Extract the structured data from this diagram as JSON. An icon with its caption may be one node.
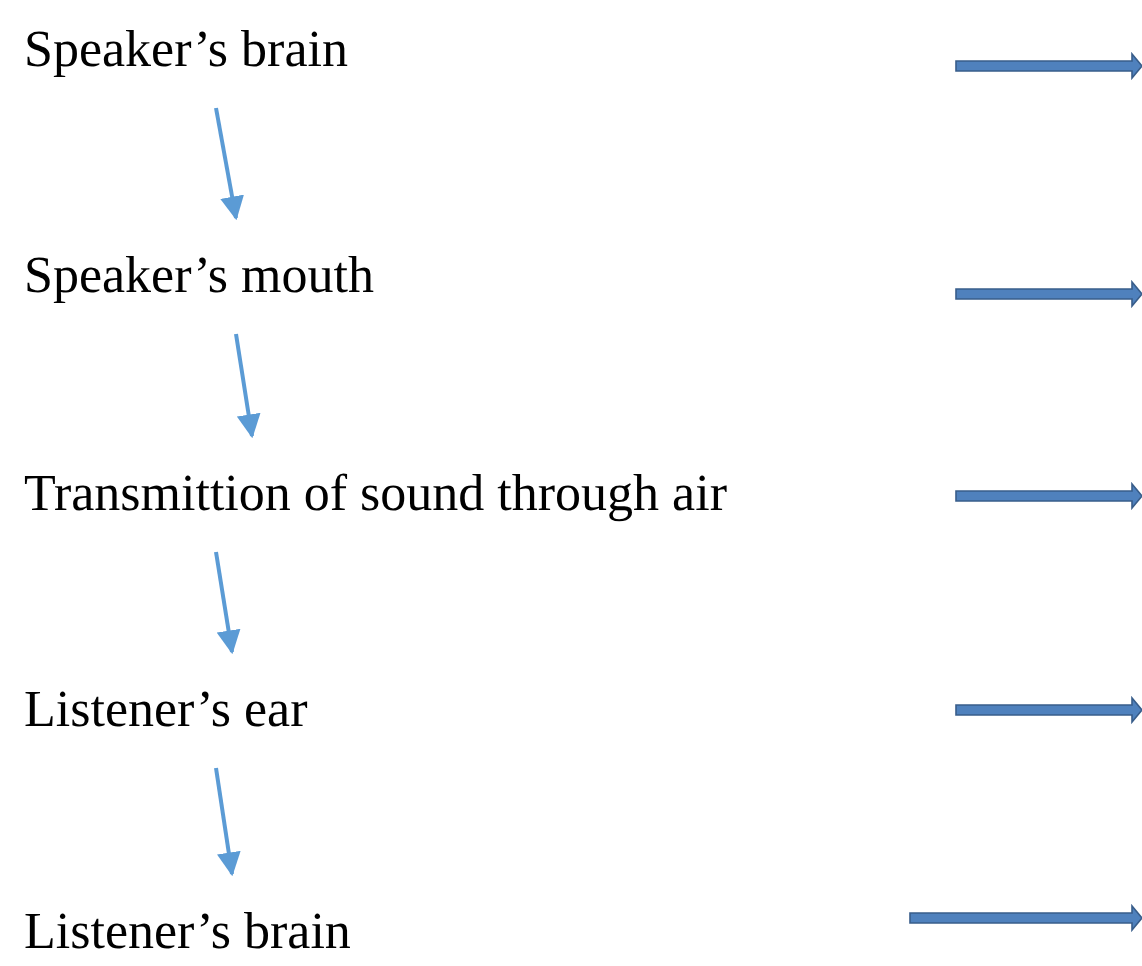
{
  "diagram": {
    "nodes": [
      {
        "text": [
          "Speaker’s brain"
        ]
      },
      {
        "text": [
          "Speaker’s mouth"
        ]
      },
      {
        "text": [
          "Transmittion of sound through air"
        ]
      },
      {
        "text": [
          "Listener’s ear"
        ]
      },
      {
        "text": [
          "Listener’s brain"
        ]
      }
    ],
    "edges": [
      {
        "from": 0,
        "to": 1,
        "arrow": "to"
      },
      {
        "from": 1,
        "to": 2,
        "arrow": "to"
      },
      {
        "from": 2,
        "to": 3,
        "arrow": "to"
      },
      {
        "from": 3,
        "to": 4,
        "arrow": "to"
      }
    ]
  }
}
